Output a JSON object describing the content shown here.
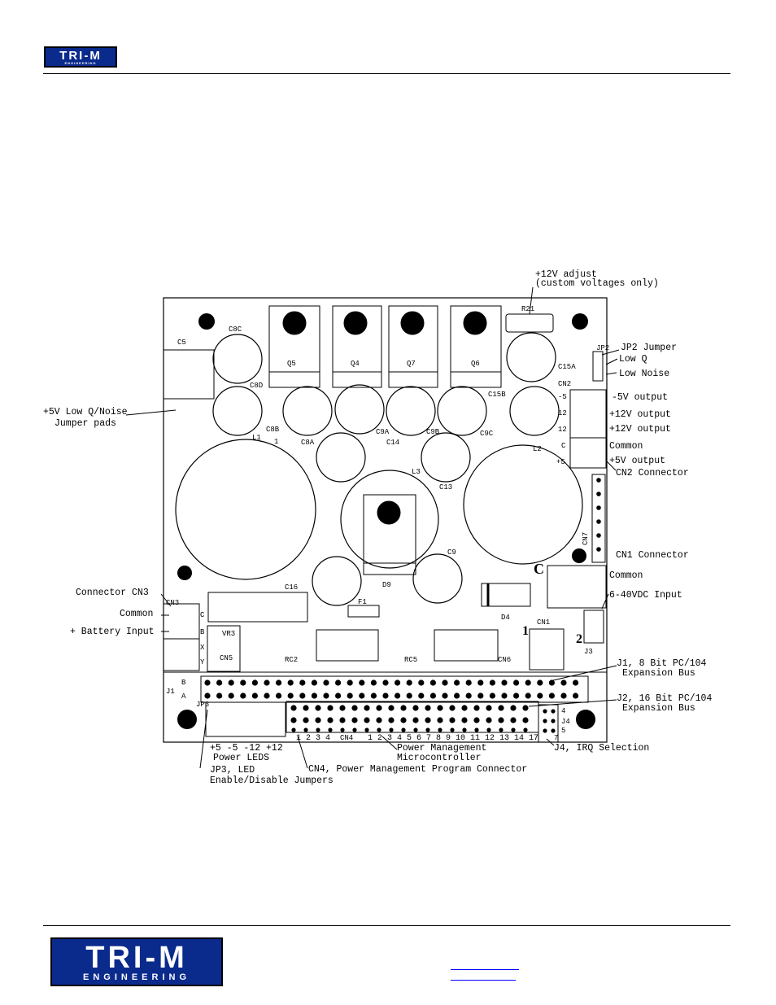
{
  "header": {
    "logo_text": "TRI-M",
    "logo_subtext": "ENGINEERING"
  },
  "diagram": {
    "callouts": {
      "adjust_line1": "+12V adjust",
      "adjust_line2": "(custom voltages only)",
      "jp2_jumper": "JP2 Jumper",
      "low_q": "Low Q",
      "low_noise": "Low Noise",
      "pads_line1": "+5V Low Q/Noise",
      "pads_line2": "Jumper pads",
      "neg5_output": "-5V output",
      "pos12_output_a": "+12V output",
      "pos12_output_b": "+12V output",
      "common_a": "Common",
      "pos5_output": "+5V output",
      "cn2_connector": "CN2 Connector",
      "cn1_connector": "CN1 Connector",
      "common_b": "Common",
      "input_range": "6-40VDC Input",
      "connector_cn3": "Connector CN3",
      "common_c": "Common",
      "battery_input": "+ Battery Input",
      "j1_line1": "J1, 8 Bit PC/104",
      "j1_line2": "Expansion Bus",
      "j2_line1": "J2, 16 Bit PC/104",
      "j2_line2": "Expansion Bus",
      "j4_irq": "J4, IRQ Selection",
      "power_leds_values": "+5 -5 -12 +12",
      "power_leds": "Power LEDS",
      "pm_line1": "Power Management",
      "pm_line2": "Microcontroller",
      "cn4_program": "CN4, Power Management Program Connector",
      "jp3_line1": "JP3, LED",
      "jp3_line2": "Enable/Disable Jumpers"
    },
    "board_labels": {
      "c5": "C5",
      "c8c": "C8C",
      "c8d": "C8D",
      "c8b": "C8B",
      "c8a": "C8A",
      "q5": "Q5",
      "q4": "Q4",
      "q7": "Q7",
      "q6": "Q6",
      "r21": "R21",
      "c15a": "C15A",
      "c15b": "C15B",
      "cn2": "CN2",
      "jp2": "JP2",
      "l1": "L1",
      "l2": "L2",
      "l3": "L3",
      "c9a": "C9A",
      "c9b": "C9B",
      "c9c": "C9C",
      "c14": "C14",
      "c13": "C13",
      "c9": "C9",
      "d9": "D9",
      "d4": "D4",
      "cn7": "CN7",
      "cn1": "CN1",
      "c16": "C16",
      "cn3": "CN3",
      "f1": "F1",
      "vr3": "VR3",
      "cn5": "CN5",
      "rc2": "RC2",
      "rc5": "RC5",
      "cn6": "CN6",
      "j3": "J3",
      "j1": "J1",
      "jp3": "JP3",
      "cn4": "CN4",
      "j4": "J4",
      "mark_1": "1",
      "mark_c_a": "C",
      "mark_c_b": "C",
      "mark_neg5": "-5",
      "mark_12a": "12",
      "mark_12b": "12",
      "mark_pos5": "+5",
      "mark_b": "B",
      "mark_x": "X",
      "mark_y": "Y",
      "mark_c_cn3": "C",
      "mark_bus_b": "B",
      "mark_bus_a": "A",
      "mark_j4_4": "4",
      "mark_j4_5": "5",
      "mark_j4_7": "7",
      "mark_big_1": "1",
      "mark_big_2": "2",
      "row_cn4_nums": "1 2 3 4",
      "row_pm_nums": "1 2 3 4 5 6 7 8 9 10 11 12 13 14 17"
    }
  }
}
